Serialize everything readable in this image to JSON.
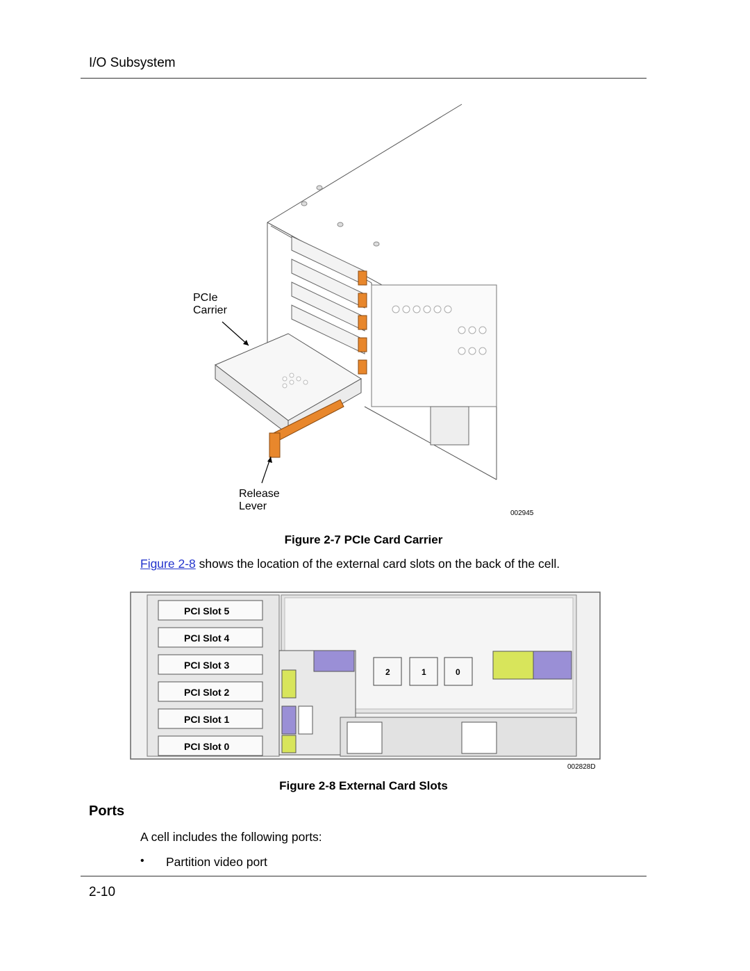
{
  "header": {
    "title": "I/O Subsystem"
  },
  "figure1": {
    "caption": "Figure 2-7 PCIe Card Carrier",
    "label_carrier_line1": "PCIe",
    "label_carrier_line2": "Carrier",
    "label_lever_line1": "Release",
    "label_lever_line2": "Lever",
    "id": "002945"
  },
  "body": {
    "link_text": "Figure 2-8",
    "sentence": " shows the location of the external card slots on the back of the cell."
  },
  "figure2": {
    "caption": "Figure 2-8 External Card Slots",
    "slots": [
      "PCI Slot 5",
      "PCI Slot 4",
      "PCI Slot 3",
      "PCI Slot 2",
      "PCI Slot 1",
      "PCI Slot 0"
    ],
    "ports": [
      "2",
      "1",
      "0"
    ],
    "id": "002828D"
  },
  "section": {
    "title": "Ports",
    "intro": "A cell includes the following ports:",
    "bullets": [
      "Partition video port"
    ]
  },
  "footer": {
    "page": "2-10"
  }
}
